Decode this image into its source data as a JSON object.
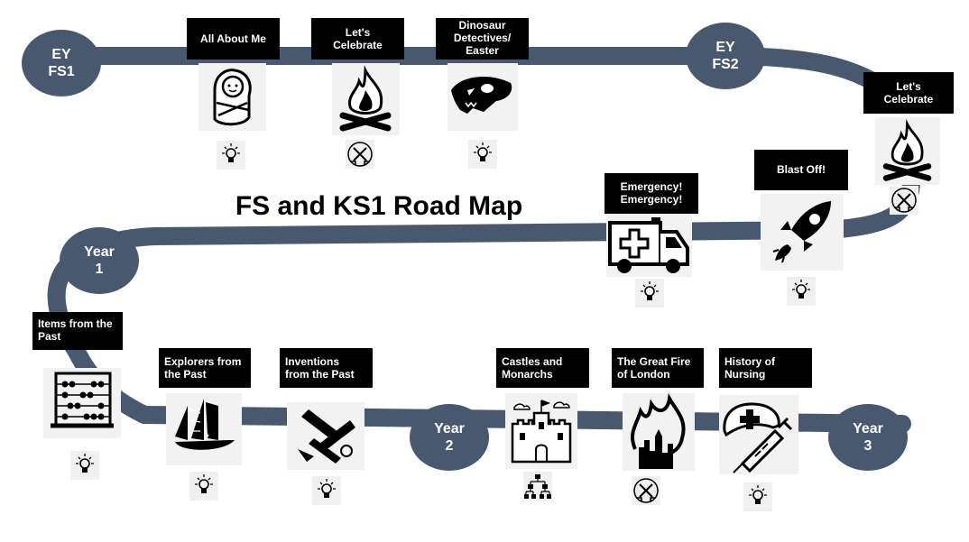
{
  "title": "FS and KS1 Road Map",
  "colors": {
    "road": "#48586e",
    "label_bg": "#000000",
    "label_text": "#ffffff"
  },
  "milestones": [
    {
      "id": "ey-fs1",
      "text": "EY\nFS1"
    },
    {
      "id": "ey-fs2",
      "text": "EY\nFS2"
    },
    {
      "id": "year-1",
      "text": "Year\n1"
    },
    {
      "id": "year-2",
      "text": "Year\n2"
    },
    {
      "id": "year-3",
      "text": "Year\n3"
    }
  ],
  "topics": [
    {
      "id": "all-about-me",
      "label": "All About Me",
      "icon": "baby-icon",
      "badges": [
        "lightbulb-icon"
      ]
    },
    {
      "id": "lets-celebrate-1",
      "label": "Let's\nCelebrate",
      "icon": "campfire-icon",
      "badges": [
        "crossed-swords-icon"
      ]
    },
    {
      "id": "dinosaur",
      "label": "Dinosaur\nDetectives/\nEaster",
      "icon": "dinosaur-skull-icon",
      "badges": [
        "lightbulb-icon"
      ]
    },
    {
      "id": "lets-celebrate-2",
      "label": "Let's\nCelebrate",
      "icon": "campfire-icon",
      "badges": [
        "crossed-swords-icon"
      ]
    },
    {
      "id": "blast-off",
      "label": "Blast Off!",
      "icon": "rocket-icon",
      "badges": [
        "lightbulb-icon"
      ]
    },
    {
      "id": "emergency",
      "label": "Emergency!\nEmergency!",
      "icon": "ambulance-icon",
      "badges": [
        "lightbulb-icon"
      ]
    },
    {
      "id": "items-past",
      "label": "Items from the\nPast",
      "icon": "abacus-icon",
      "badges": [
        "lightbulb-icon"
      ]
    },
    {
      "id": "explorers",
      "label": "Explorers from\nthe Past",
      "icon": "ship-icon",
      "badges": [
        "lightbulb-icon"
      ]
    },
    {
      "id": "inventions",
      "label": "Inventions\nfrom the Past",
      "icon": "biplane-icon",
      "badges": [
        "lightbulb-icon"
      ]
    },
    {
      "id": "castles",
      "label": "Castles and\nMonarchs",
      "icon": "castle-icon",
      "badges": [
        "hierarchy-icon"
      ]
    },
    {
      "id": "great-fire",
      "label": "The Great Fire\nof London",
      "icon": "burning-city-icon",
      "badges": [
        "crossed-swords-icon"
      ]
    },
    {
      "id": "nursing",
      "label": "History of\nNursing",
      "icon": "nurse-cap-syringe-icon",
      "badges": [
        "lightbulb-icon"
      ]
    }
  ]
}
